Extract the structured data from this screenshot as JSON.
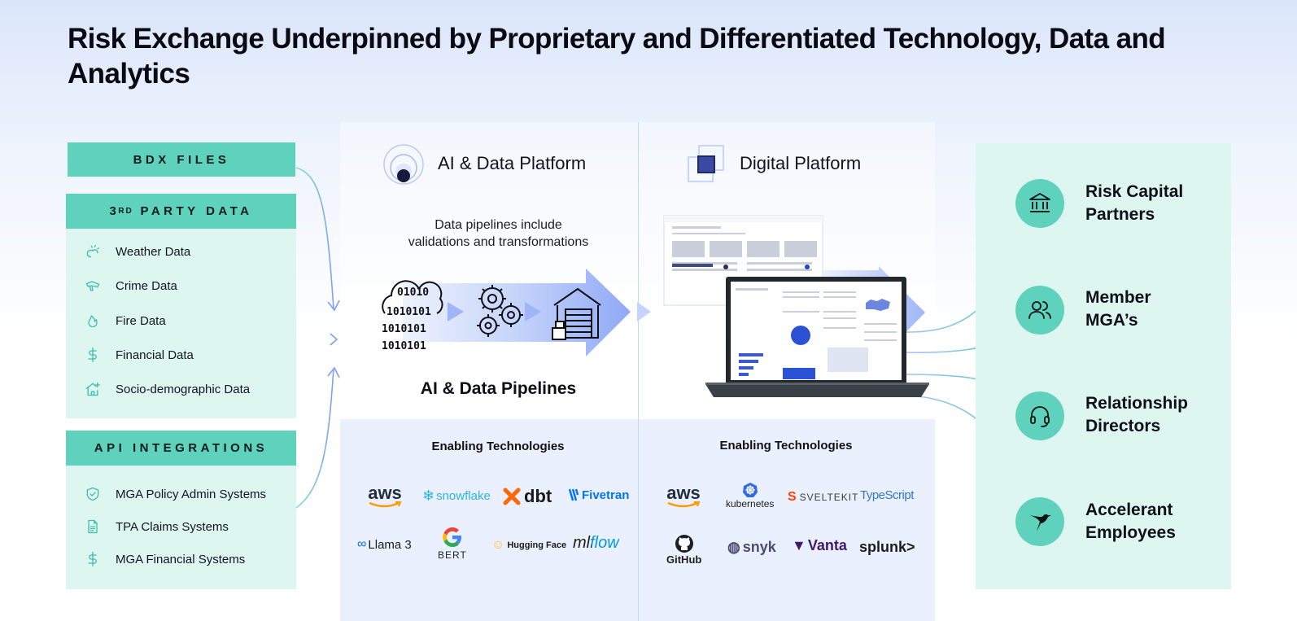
{
  "title": "Risk Exchange Underpinned by Proprietary and Differentiated Technology, Data and Analytics",
  "left": {
    "bdx_files": "BDX FILES",
    "third_party": {
      "prefix": "3",
      "sup": "RD",
      "suffix": "PARTY DATA"
    },
    "third_party_items": [
      {
        "label": "Weather Data",
        "icon": "weather-icon"
      },
      {
        "label": "Crime Data",
        "icon": "crime-icon"
      },
      {
        "label": "Fire Data",
        "icon": "fire-icon"
      },
      {
        "label": "Financial Data",
        "icon": "dollar-icon"
      },
      {
        "label": "Socio-demographic Data",
        "icon": "house-plus-icon"
      }
    ],
    "api_integrations": "API INTEGRATIONS",
    "api_items": [
      {
        "label": "MGA Policy Admin Systems",
        "icon": "shield-check-icon"
      },
      {
        "label": "TPA Claims Systems",
        "icon": "document-icon"
      },
      {
        "label": "MGA Financial Systems",
        "icon": "dollar-icon"
      }
    ]
  },
  "middle": {
    "ai_platform": "AI & Data Platform",
    "digital_platform": "Digital Platform",
    "pipeline_desc_line1": "Data pipelines include",
    "pipeline_desc_line2": "validations and transformations",
    "pipelines_label": "AI & Data Pipelines",
    "enabling_left": "Enabling Technologies",
    "enabling_right": "Enabling Technologies",
    "logos_left_row1": [
      "aws",
      "snowflake",
      "dbt",
      "Fivetran"
    ],
    "logos_left_row2": [
      "Llama 3",
      "BERT",
      "Hugging Face",
      "mlflow"
    ],
    "logos_right_row1": [
      "aws",
      "kubernetes",
      "SVELTEKIT",
      "TypeScript"
    ],
    "logos_right_row2": [
      "GitHub",
      "snyk",
      "Vanta",
      "splunk>"
    ]
  },
  "right": [
    {
      "line1": "Risk Capital",
      "line2": "Partners",
      "icon": "bank-icon"
    },
    {
      "line1": "Member",
      "line2": "MGA’s",
      "icon": "users-icon"
    },
    {
      "line1": "Relationship",
      "line2": "Directors",
      "icon": "headset-icon"
    },
    {
      "line1": "Accelerant",
      "line2": "Employees",
      "icon": "hummingbird-icon"
    }
  ],
  "colors": {
    "teal": "#5ed2bc",
    "mint": "#ddf6f0",
    "lavender": "#ebf0fe",
    "blue_arrow": "#8fa9f6"
  }
}
